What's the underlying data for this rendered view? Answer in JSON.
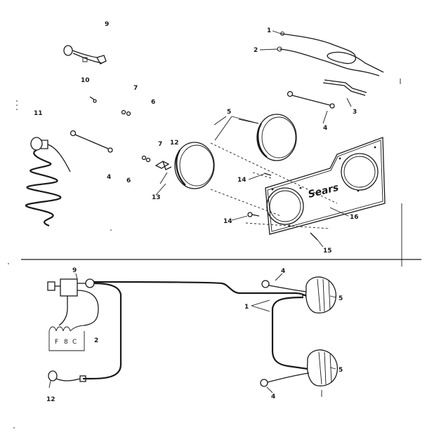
{
  "brand": "Sears",
  "callouts": {
    "c1_top": "1",
    "c2_top": "2",
    "c3": "3",
    "c4_harness": "4",
    "c5_top": "5",
    "c6_mid": "6",
    "c6_left": "6",
    "c7_upper": "7",
    "c7_mid": "7",
    "c9_top": "9",
    "c10": "10",
    "c11": "11",
    "c12_mid": "12",
    "c13": "13",
    "c14_upper": "14",
    "c14_lower": "14",
    "c15": "15",
    "c16": "16",
    "c4_left": "4",
    "w9": "9",
    "w4_upper": "4",
    "w5_upper": "5",
    "w1": "1",
    "w5_lower": "5",
    "w4_lower": "4",
    "w12": "12",
    "w2": "2"
  },
  "switch_terminals": [
    "F",
    "8",
    "C"
  ]
}
